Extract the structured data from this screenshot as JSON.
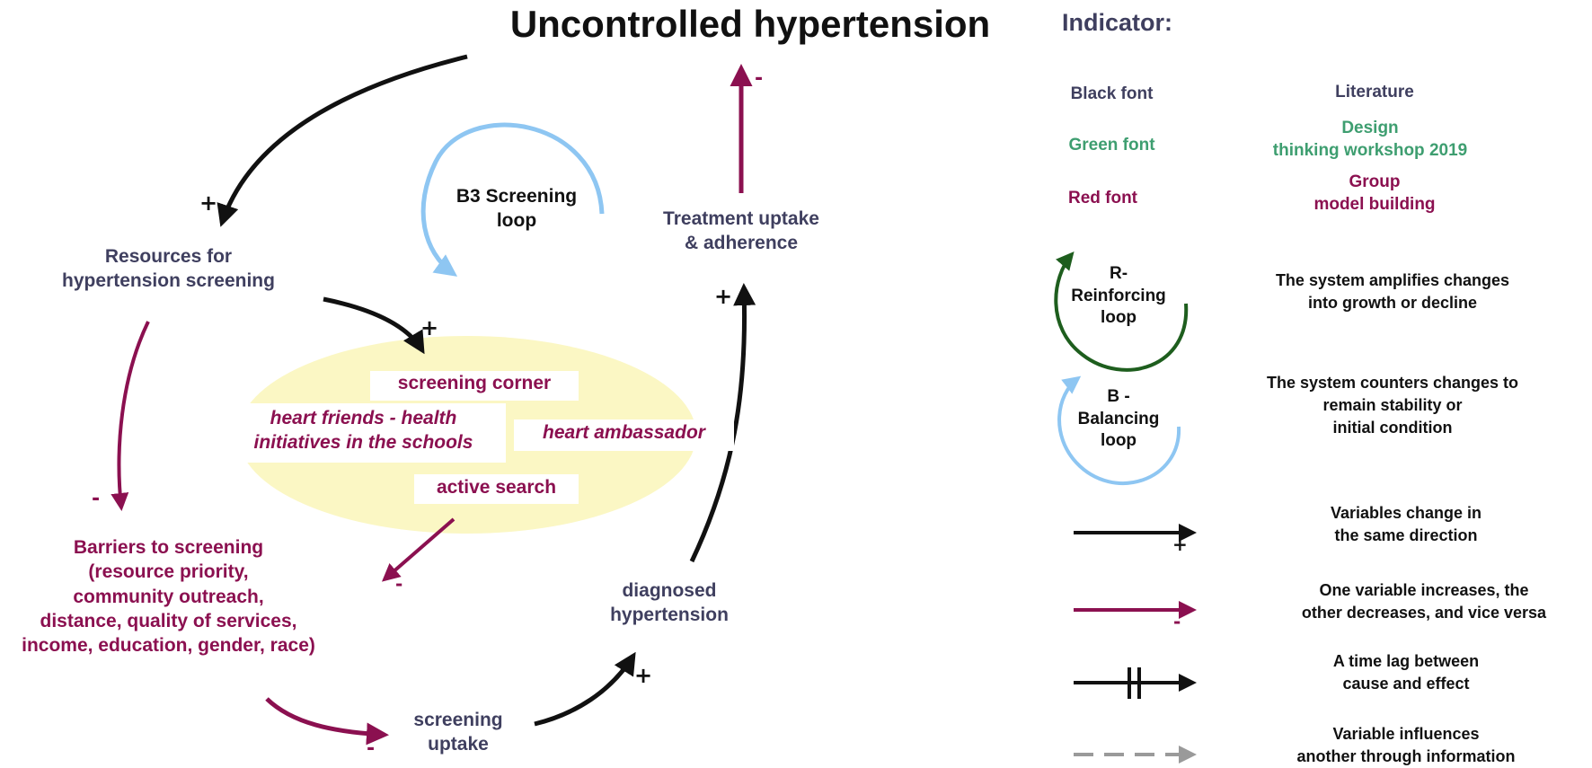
{
  "title": "Uncontrolled hypertension",
  "indicator": {
    "heading": "Indicator:",
    "font_legend": [
      {
        "font": "Black font",
        "source_lines": [
          "Literature"
        ],
        "color": "#3f3f5f"
      },
      {
        "font": "Green font",
        "source_lines": [
          "Design",
          "thinking workshop 2019"
        ],
        "color": "#3e9e70"
      },
      {
        "font": "Red font",
        "source_lines": [
          "Group",
          "model building"
        ],
        "color": "#8b1050"
      }
    ],
    "loops": [
      {
        "label_lines": [
          "R-",
          "Reinforcing",
          "loop"
        ],
        "description_lines": [
          "The system amplifies changes",
          "into growth or decline"
        ],
        "color": "#1e5e1e"
      },
      {
        "label_lines": [
          "B -",
          "Balancing",
          "loop"
        ],
        "description_lines": [
          "The system counters changes to",
          "remain stability or",
          "initial condition"
        ],
        "color": "#8ec6f2"
      }
    ],
    "arrows": [
      {
        "sign": "+",
        "description_lines": [
          "Variables change in",
          "the same direction"
        ]
      },
      {
        "sign": "-",
        "description_lines": [
          "One variable increases, the",
          "other decreases, and vice versa"
        ]
      },
      {
        "sign": "",
        "description_lines": [
          "A time lag between",
          "cause and effect"
        ]
      },
      {
        "sign": "",
        "description_lines": [
          "Variable influences",
          "another through information"
        ]
      }
    ]
  },
  "nodes": {
    "resources": [
      "Resources for",
      "hypertension screening"
    ],
    "barriers": [
      "Barriers to screening",
      "(resource priority,",
      "community outreach,",
      "distance, quality of services,",
      "income, education, gender, race)"
    ],
    "screening_uptake": [
      "screening",
      "uptake"
    ],
    "diagnosed": [
      "diagnosed",
      "hypertension"
    ],
    "treatment": [
      "Treatment uptake",
      "& adherence"
    ],
    "b3_loop": [
      "B3 Screening",
      "loop"
    ]
  },
  "interventions": {
    "screening_corner": "screening corner",
    "heart_friends": [
      "heart friends - health",
      "initiatives in the schools"
    ],
    "heart_ambassador": "heart ambassador",
    "active_search": "active search"
  },
  "signs": {
    "top_to_resources": "+",
    "resources_to_interventions": "+",
    "resources_to_barriers": "-",
    "interventions_to_barriers": "-",
    "barriers_to_uptake": "-",
    "uptake_to_diagnosed": "+",
    "diagnosed_to_treatment": "+",
    "treatment_to_top": "-"
  },
  "colors": {
    "navy": "#3f3f5f",
    "maroon": "#8b1050",
    "green": "#3e9e70",
    "light_blue": "#8ec6f2",
    "dark_green": "#1e5e1e",
    "ellipse_yellow": "#fbf7c4",
    "grey": "#9a9a9a"
  }
}
